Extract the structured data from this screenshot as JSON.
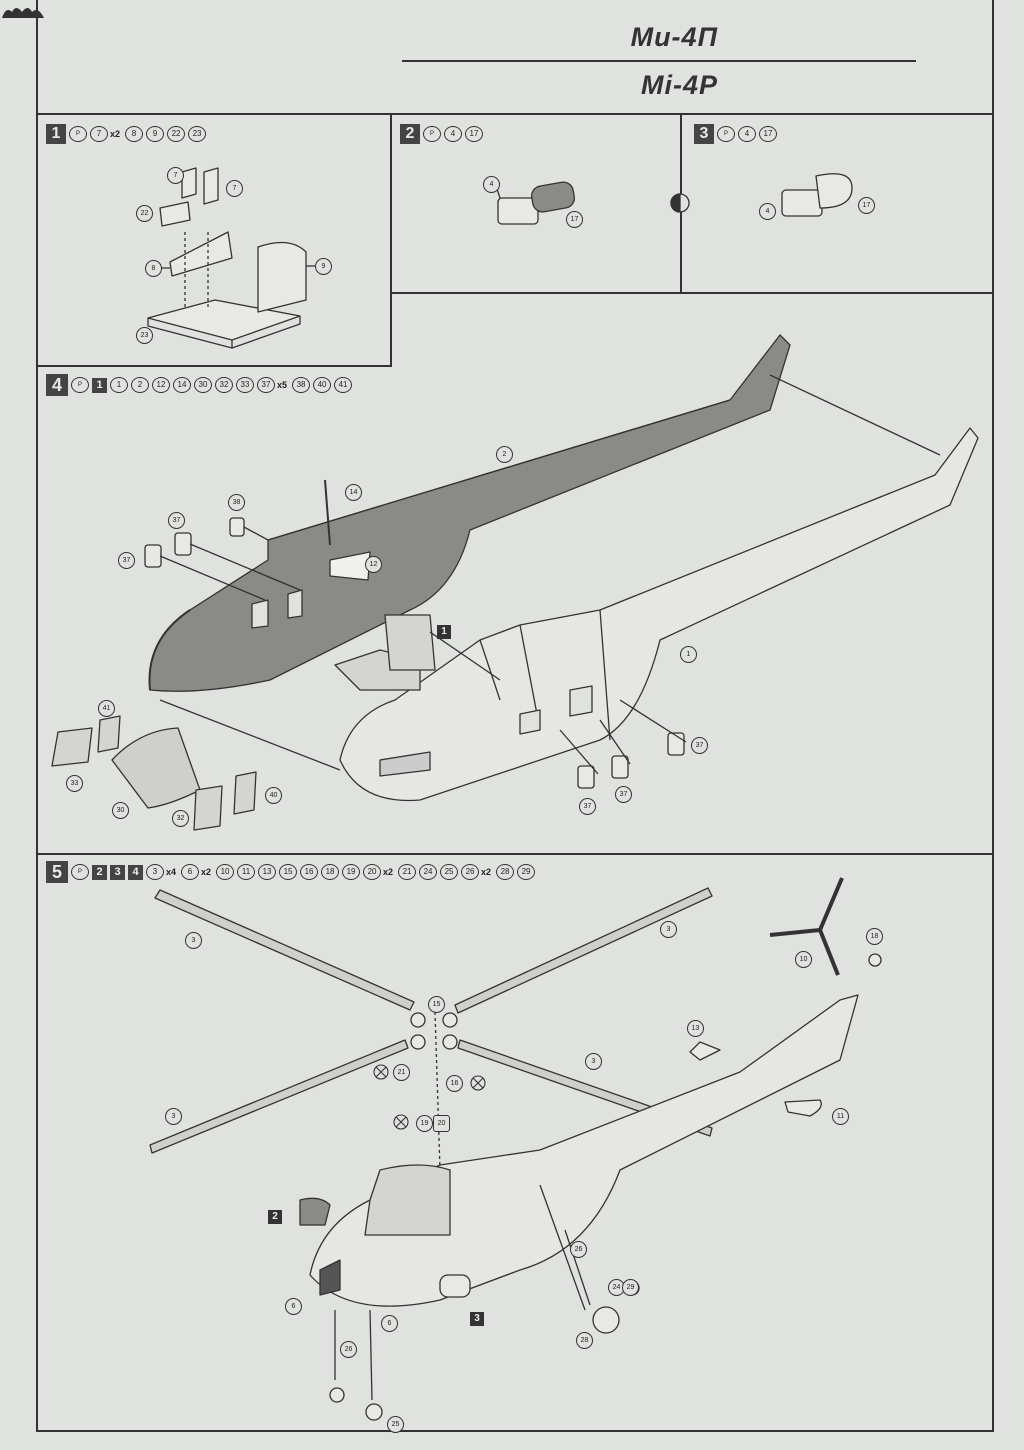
{
  "title": {
    "ru": "Ми-4П",
    "en": "Mi-4P"
  },
  "steps": [
    {
      "number": "1",
      "parts": [
        {
          "type": "glue",
          "label": "P"
        },
        {
          "type": "part",
          "label": "7",
          "mult": "x2"
        },
        {
          "type": "part",
          "label": "8"
        },
        {
          "type": "part",
          "label": "9"
        },
        {
          "type": "part",
          "label": "22"
        },
        {
          "type": "part",
          "label": "23"
        }
      ],
      "callouts": [
        "7",
        "7",
        "22",
        "8",
        "9",
        "23"
      ]
    },
    {
      "number": "2",
      "parts": [
        {
          "type": "glue",
          "label": "P"
        },
        {
          "type": "part",
          "label": "4"
        },
        {
          "type": "part",
          "label": "17"
        }
      ],
      "callouts": [
        "4",
        "17"
      ]
    },
    {
      "number": "3",
      "parts": [
        {
          "type": "glue",
          "label": "P"
        },
        {
          "type": "part",
          "label": "4"
        },
        {
          "type": "part",
          "label": "17"
        }
      ],
      "callouts": [
        "4",
        "17"
      ]
    },
    {
      "number": "4",
      "parts": [
        {
          "type": "glue",
          "label": "P"
        },
        {
          "type": "ref",
          "label": "1"
        },
        {
          "type": "part",
          "label": "1"
        },
        {
          "type": "part",
          "label": "2"
        },
        {
          "type": "part",
          "label": "12"
        },
        {
          "type": "part",
          "label": "14"
        },
        {
          "type": "part",
          "label": "30"
        },
        {
          "type": "part",
          "label": "32"
        },
        {
          "type": "part",
          "label": "33"
        },
        {
          "type": "part",
          "label": "37",
          "mult": "x5"
        },
        {
          "type": "part",
          "label": "38"
        },
        {
          "type": "part",
          "label": "40"
        },
        {
          "type": "part",
          "label": "41"
        }
      ],
      "callouts": [
        "2",
        "14",
        "38",
        "37",
        "37",
        "12",
        "1",
        "37",
        "37",
        "37",
        "41",
        "33",
        "30",
        "32",
        "40"
      ],
      "refs": [
        "1"
      ]
    },
    {
      "number": "5",
      "parts": [
        {
          "type": "glue",
          "label": "P"
        },
        {
          "type": "ref",
          "label": "2"
        },
        {
          "type": "ref",
          "label": "3"
        },
        {
          "type": "ref",
          "label": "4"
        },
        {
          "type": "part",
          "label": "3",
          "mult": "x4"
        },
        {
          "type": "part",
          "label": "6",
          "mult": "x2"
        },
        {
          "type": "part",
          "label": "10"
        },
        {
          "type": "part",
          "label": "11"
        },
        {
          "type": "part",
          "label": "13"
        },
        {
          "type": "part",
          "label": "15"
        },
        {
          "type": "part",
          "label": "16"
        },
        {
          "type": "part",
          "label": "18"
        },
        {
          "type": "part",
          "label": "19"
        },
        {
          "type": "part",
          "label": "20",
          "mult": "x2"
        },
        {
          "type": "part",
          "label": "21"
        },
        {
          "type": "part",
          "label": "24"
        },
        {
          "type": "part",
          "label": "25"
        },
        {
          "type": "part",
          "label": "26",
          "mult": "x2"
        },
        {
          "type": "part",
          "label": "28"
        },
        {
          "type": "part",
          "label": "29"
        }
      ],
      "callouts": [
        "3",
        "3",
        "3",
        "3",
        "15",
        "18",
        "10",
        "13",
        "11",
        "21",
        "16",
        "19",
        "20",
        "26",
        "24",
        "29",
        "28",
        "6",
        "6",
        "26",
        "25"
      ],
      "refs": [
        "2",
        "3"
      ]
    }
  ]
}
